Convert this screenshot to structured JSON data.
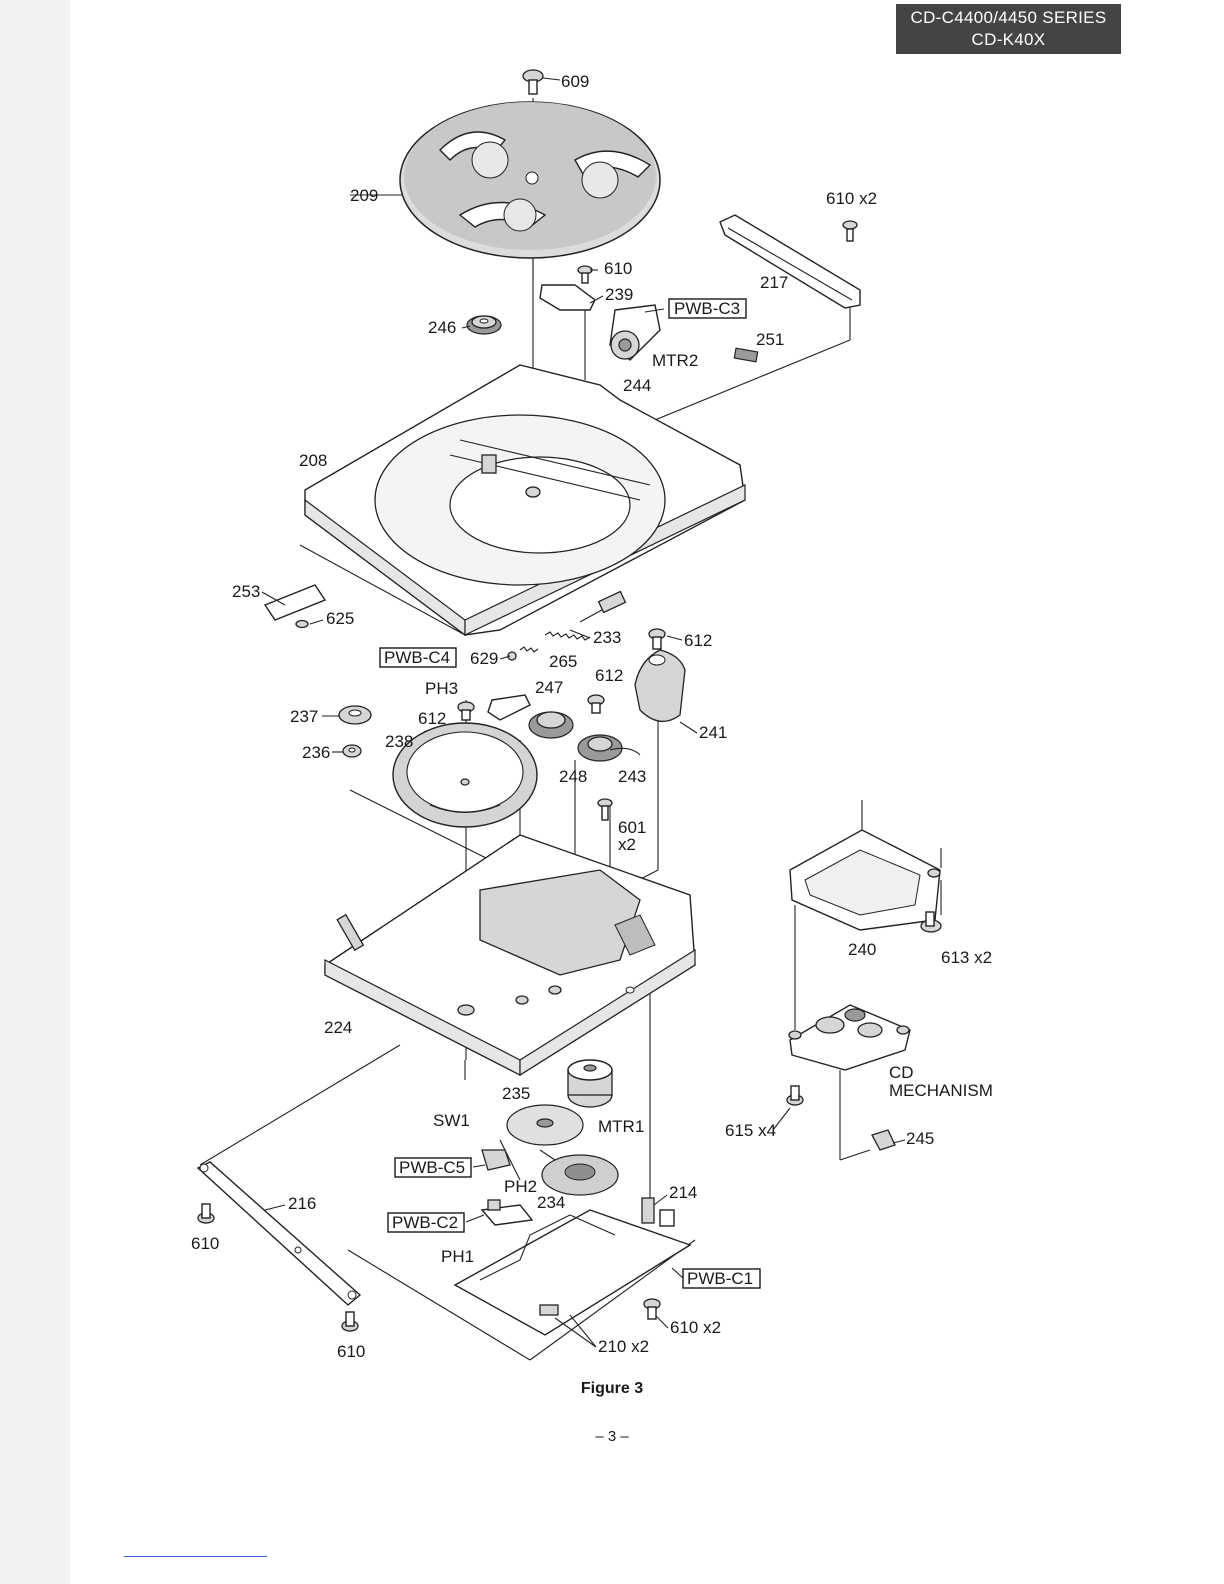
{
  "header": {
    "line1": "CD-C4400/4450 SERIES",
    "line2": "CD-K40X"
  },
  "labels": {
    "p609": "609",
    "p209": "209",
    "p610x2_top": "610 x2",
    "p217": "217",
    "p610_mid": "610",
    "p239": "239",
    "pwb_c3": "PWB-C3",
    "p246": "246",
    "mtr2": "MTR2",
    "p251": "251",
    "p244": "244",
    "p208": "208",
    "p253": "253",
    "p625": "625",
    "p233": "233",
    "p612_a": "612",
    "pwb_c4": "PWB-C4",
    "p629": "629",
    "p265": "265",
    "ph3": "PH3",
    "p247": "247",
    "p612_b": "612",
    "p237": "237",
    "p612_c": "612",
    "p241": "241",
    "p238": "238",
    "p236": "236",
    "p248": "248",
    "p243": "243",
    "p601": "601",
    "x2": "x2",
    "p240": "240",
    "p613x2": "613 x2",
    "p224": "224",
    "cd": "CD",
    "mechanism": "MECHANISM",
    "p235": "235",
    "sw1": "SW1",
    "mtr1": "MTR1",
    "p615x4": "615 x4",
    "p245": "245",
    "pwb_c5": "PWB-C5",
    "ph2": "PH2",
    "p214": "214",
    "p234": "234",
    "p216": "216",
    "pwb_c2": "PWB-C2",
    "p610_left": "610",
    "ph1": "PH1",
    "pwb_c1": "PWB-C1",
    "p610x2_bot": "610 x2",
    "p210x2": "210 x2",
    "p610_bottom": "610"
  },
  "caption": "Figure 3",
  "page_number": "– 3 –"
}
